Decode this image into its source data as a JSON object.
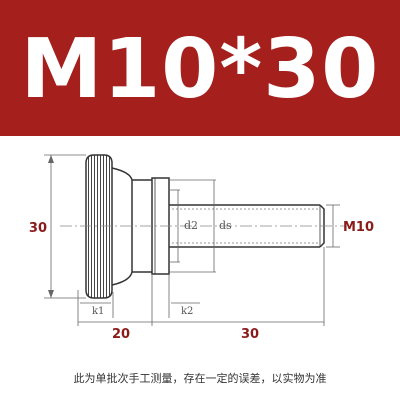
{
  "banner": {
    "title": "M10*30"
  },
  "diagram": {
    "height_label": "30",
    "thread_label": "M10",
    "inner_label_d2": "d2",
    "inner_label_ds": "ds",
    "k1_label": "k1",
    "k2_label": "k2",
    "head_length_label": "20",
    "thread_length_label": "30"
  },
  "footer": {
    "note": "此为单批次手工测量，存在一定的误差，以实物为准"
  },
  "colors": {
    "banner": "#a51f1d",
    "accent_text": "#8b1a1a",
    "line": "#555555"
  }
}
